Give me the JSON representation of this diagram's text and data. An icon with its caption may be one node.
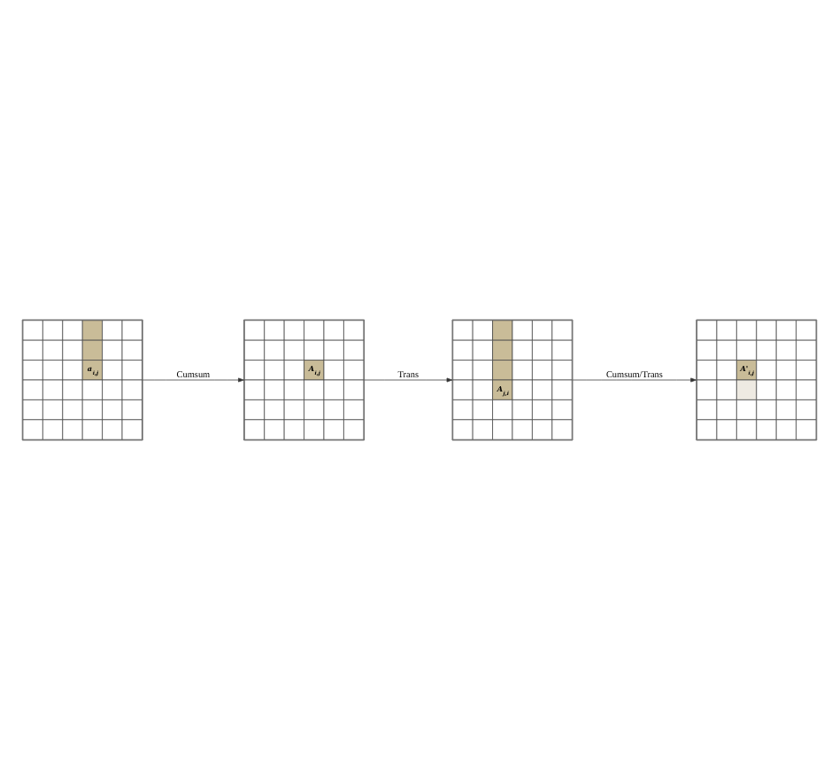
{
  "diagram": {
    "nodes": [
      {
        "text": [
          "a$_{i,j}$"
        ]
      },
      {
        "text": [
          "A$_{i,j}$"
        ]
      },
      {
        "text": [
          "A$_{j,i}$"
        ]
      },
      {
        "text": [
          "A'$_{i,j}$"
        ]
      }
    ],
    "edges": [
      {
        "from": 0,
        "to": 1,
        "arrow": "to",
        "label": "Cumsum"
      },
      {
        "from": 1,
        "to": 2,
        "arrow": "to",
        "label": "Trans"
      },
      {
        "from": 2,
        "to": 3,
        "arrow": "to",
        "label": "Cumsum/Trans"
      }
    ]
  }
}
